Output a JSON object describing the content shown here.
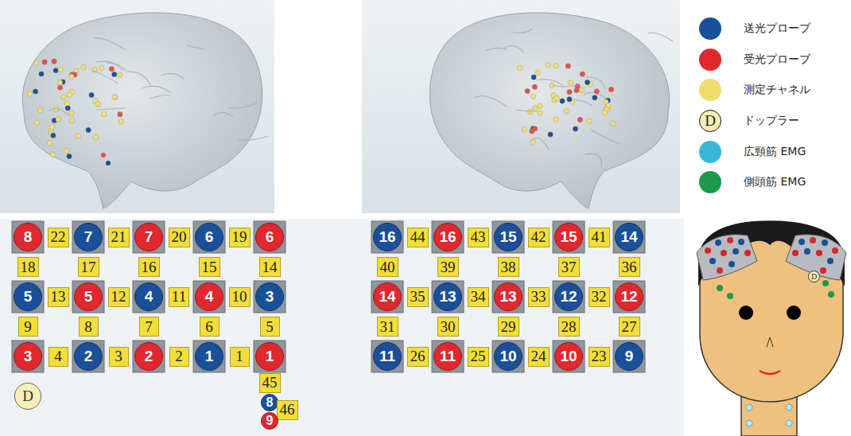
{
  "diagram": {
    "nodes": [
      {
        "text": [
          "8"
        ]
      },
      {
        "text": [
          "22"
        ]
      },
      {
        "text": [
          "7"
        ]
      },
      {
        "text": [
          "21"
        ]
      },
      {
        "text": [
          "7"
        ]
      },
      {
        "text": [
          "20"
        ]
      },
      {
        "text": [
          "6"
        ]
      },
      {
        "text": [
          "19"
        ]
      },
      {
        "text": [
          "6"
        ]
      },
      {
        "text": [
          "18"
        ]
      },
      {
        "text": [
          "17"
        ]
      },
      {
        "text": [
          "16"
        ]
      },
      {
        "text": [
          "15"
        ]
      },
      {
        "text": [
          "14"
        ]
      },
      {
        "text": [
          "5"
        ]
      },
      {
        "text": [
          "13"
        ]
      },
      {
        "text": [
          "5"
        ]
      },
      {
        "text": [
          "12"
        ]
      },
      {
        "text": [
          "4"
        ]
      },
      {
        "text": [
          "11"
        ]
      },
      {
        "text": [
          "4"
        ]
      },
      {
        "text": [
          "10"
        ]
      },
      {
        "text": [
          "3"
        ]
      },
      {
        "text": [
          "9"
        ]
      },
      {
        "text": [
          "8"
        ]
      },
      {
        "text": [
          "7"
        ]
      },
      {
        "text": [
          "6"
        ]
      },
      {
        "text": [
          "5"
        ]
      },
      {
        "text": [
          "3"
        ]
      },
      {
        "text": [
          "4"
        ]
      },
      {
        "text": [
          "2"
        ]
      },
      {
        "text": [
          "3"
        ]
      },
      {
        "text": [
          "2"
        ]
      },
      {
        "text": [
          "2"
        ]
      },
      {
        "text": [
          "1"
        ]
      },
      {
        "text": [
          "1"
        ]
      },
      {
        "text": [
          "1"
        ]
      },
      {
        "text": [
          "45"
        ]
      },
      {
        "text": [
          "8"
        ]
      },
      {
        "text": [
          "46"
        ]
      },
      {
        "text": [
          "9"
        ]
      },
      {
        "text": [
          "D"
        ]
      },
      {
        "text": [
          "16"
        ]
      },
      {
        "text": [
          "44"
        ]
      },
      {
        "text": [
          "16"
        ]
      },
      {
        "text": [
          "43"
        ]
      },
      {
        "text": [
          "15"
        ]
      },
      {
        "text": [
          "42"
        ]
      },
      {
        "text": [
          "15"
        ]
      },
      {
        "text": [
          "41"
        ]
      },
      {
        "text": [
          "14"
        ]
      },
      {
        "text": [
          "40"
        ]
      },
      {
        "text": [
          "39"
        ]
      },
      {
        "text": [
          "38"
        ]
      },
      {
        "text": [
          "37"
        ]
      },
      {
        "text": [
          "36"
        ]
      },
      {
        "text": [
          "14"
        ]
      },
      {
        "text": [
          "35"
        ]
      },
      {
        "text": [
          "13"
        ]
      },
      {
        "text": [
          "34"
        ]
      },
      {
        "text": [
          "13"
        ]
      },
      {
        "text": [
          "33"
        ]
      },
      {
        "text": [
          "12"
        ]
      },
      {
        "text": [
          "32"
        ]
      },
      {
        "text": [
          "12"
        ]
      },
      {
        "text": [
          "31"
        ]
      },
      {
        "text": [
          "30"
        ]
      },
      {
        "text": [
          "29"
        ]
      },
      {
        "text": [
          "28"
        ]
      },
      {
        "text": [
          "27"
        ]
      },
      {
        "text": [
          "11"
        ]
      },
      {
        "text": [
          "26"
        ]
      },
      {
        "text": [
          "11"
        ]
      },
      {
        "text": [
          "25"
        ]
      },
      {
        "text": [
          "10"
        ]
      },
      {
        "text": [
          "24"
        ]
      },
      {
        "text": [
          "10"
        ]
      },
      {
        "text": [
          "23"
        ]
      },
      {
        "text": [
          "9"
        ]
      }
    ],
    "labels": [
      "D",
      "D"
    ],
    "legend": [
      {
        "text": "送光プローブ",
        "color": "#1a4f9a"
      },
      {
        "text": "受光プローブ",
        "color": "#e0282e"
      },
      {
        "text": "測定チャネル",
        "color": "#f0dc6a"
      },
      {
        "text": "ドップラー"
      },
      {
        "text": "広頸筋 EMG",
        "color": "#38b8d8"
      },
      {
        "text": "側頭筋 EMG",
        "color": "#1a9a4a"
      }
    ]
  }
}
